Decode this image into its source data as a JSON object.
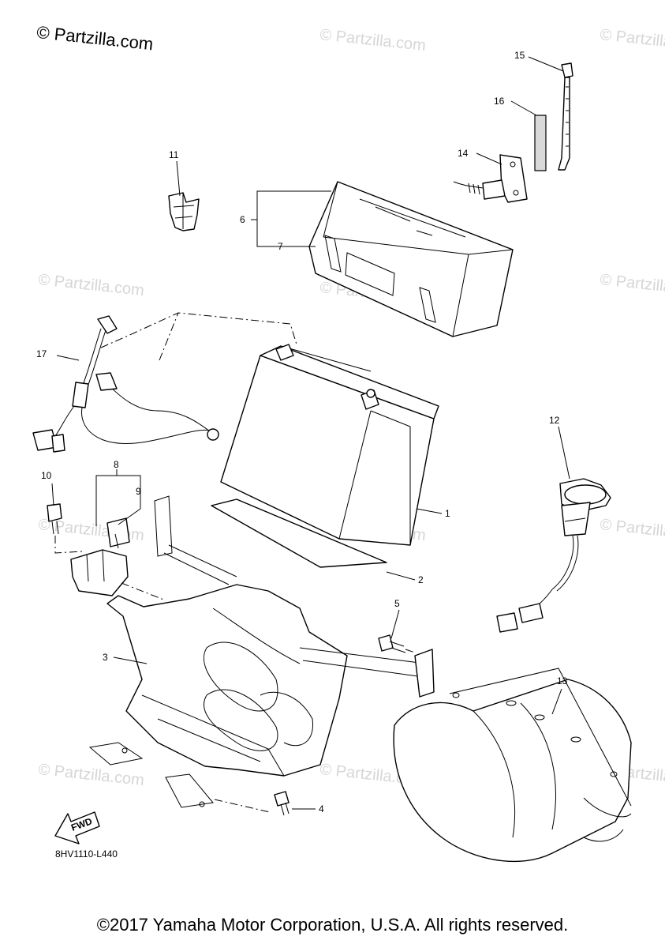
{
  "brand_watermark": "© Partzilla.com",
  "watermark_text": "© Partzilla.com",
  "diagram_code": "8HV1110-L440",
  "fwd_label": "FWD",
  "copyright": "©2017 Yamaha Motor Corporation, U.S.A. All rights reserved.",
  "callouts": {
    "c1": "1",
    "c2": "2",
    "c3": "3",
    "c4": "4",
    "c5": "5",
    "c6": "6",
    "c7": "7",
    "c8": "8",
    "c9": "9",
    "c10": "10",
    "c11": "11",
    "c12": "12",
    "c13": "13",
    "c14": "14",
    "c15": "15",
    "c16": "16",
    "c17": "17"
  }
}
